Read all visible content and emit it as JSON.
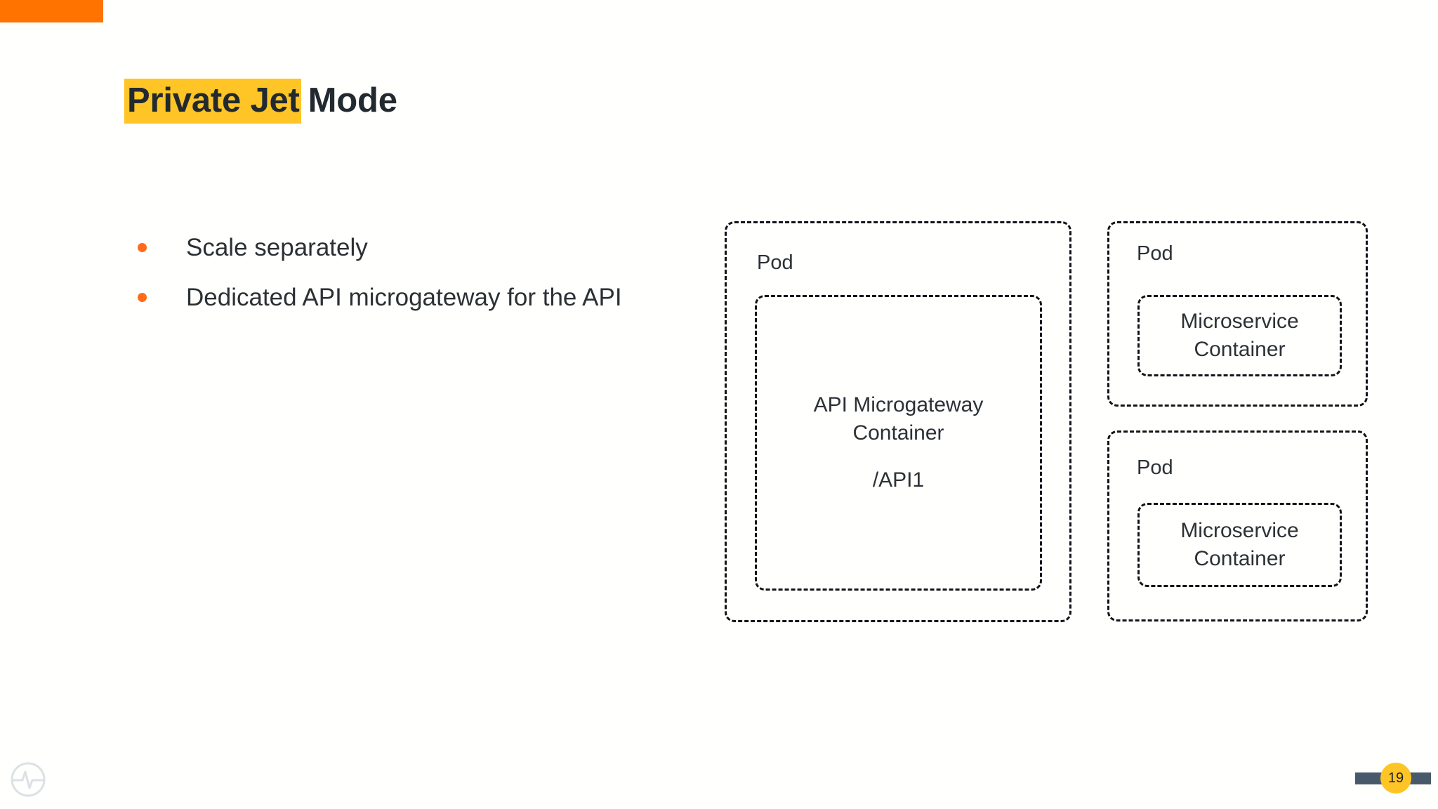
{
  "slide": {
    "title_highlight": "Private Jet",
    "title_plain": "Mode",
    "accent_color": "#FF7300",
    "highlight_color": "#FFC425"
  },
  "bullets": [
    {
      "text": "Scale separately"
    },
    {
      "text": "Dedicated API microgateway for the API"
    }
  ],
  "diagram": {
    "pod_left": {
      "label": "Pod",
      "container": {
        "title": "API Microgateway\nContainer",
        "subtitle": "/API1"
      }
    },
    "pod_right_top": {
      "label": "Pod",
      "container": {
        "title": "Microservice\nContainer"
      }
    },
    "pod_right_bottom": {
      "label": "Pod",
      "container": {
        "title": "Microservice\nContainer"
      }
    }
  },
  "footer": {
    "logo_icon": "pulse-circle-logo",
    "page_number": "19",
    "page_bar_color": "#48596B",
    "page_circle_color": "#FFC425"
  }
}
